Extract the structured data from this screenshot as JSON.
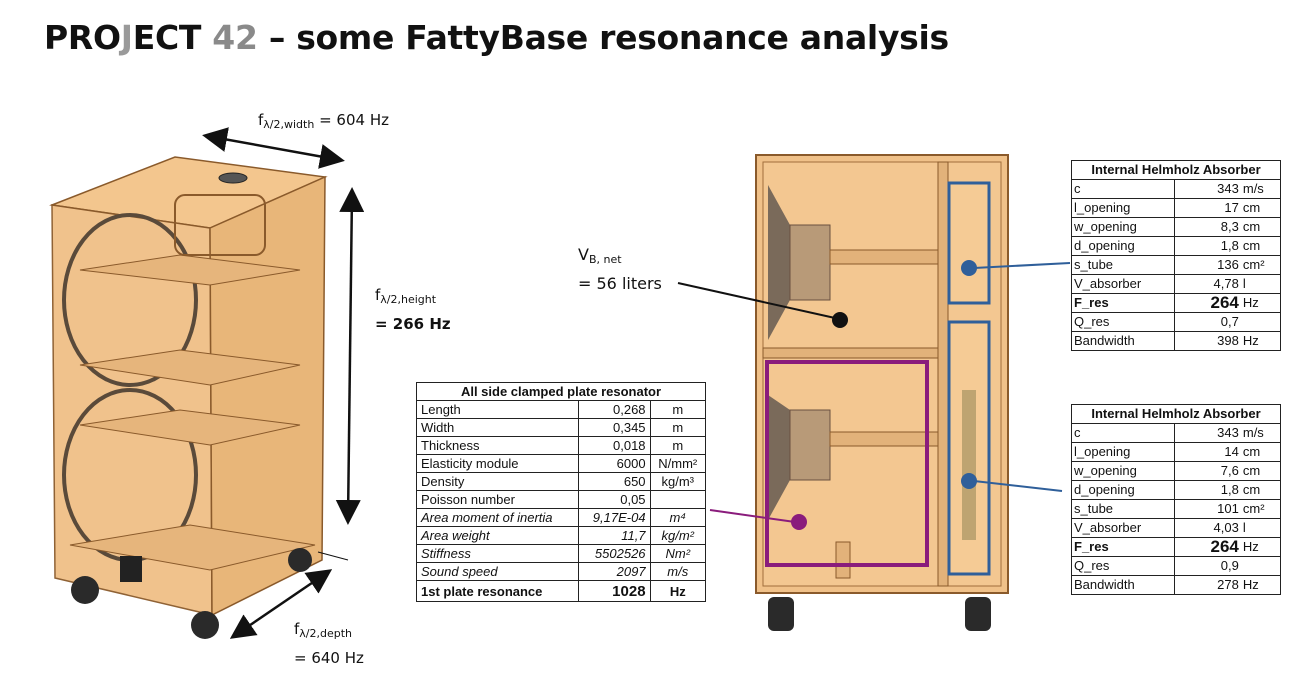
{
  "title": {
    "pre": "PRO",
    "j": "J",
    "mid": "ECT ",
    "num": "42",
    "rest": " – some FattyBase resonance analysis"
  },
  "dims": {
    "f_width": {
      "f": "f",
      "sub": "λ/2,width",
      "value": " = 604 Hz"
    },
    "f_height": {
      "f": "f",
      "sub": "λ/2,height",
      "line2": "= 266 Hz"
    },
    "f_depth": {
      "f": "f",
      "sub": "λ/2,depth",
      "line2": "= 640 Hz"
    }
  },
  "volume": {
    "v": "V",
    "sub": "B, net",
    "line2": "= 56 liters"
  },
  "plate": {
    "title": "All side clamped plate resonator",
    "rows": [
      {
        "k": "Length",
        "v": "0,268",
        "u": "m"
      },
      {
        "k": "Width",
        "v": "0,345",
        "u": "m"
      },
      {
        "k": "Thickness",
        "v": "0,018",
        "u": "m"
      },
      {
        "k": "Elasticity module",
        "v": "6000",
        "u": "N/mm²"
      },
      {
        "k": "Density",
        "v": "650",
        "u": "kg/m³"
      },
      {
        "k": "Poisson number",
        "v": "0,05",
        "u": ""
      }
    ],
    "calc": [
      {
        "k": "Area moment of inertia",
        "v": "9,17E-04",
        "u": "m⁴"
      },
      {
        "k": "Area weight",
        "v": "11,7",
        "u": "kg/m²"
      },
      {
        "k": "Stiffness",
        "v": "5502526",
        "u": "Nm²"
      },
      {
        "k": "Sound speed",
        "v": "2097",
        "u": "m/s"
      }
    ],
    "result": {
      "k": "1st plate resonance",
      "v": "1028",
      "u": "Hz"
    }
  },
  "helmholz": [
    {
      "title": "Internal Helmholz Absorber",
      "rows": [
        {
          "k": "c",
          "v": "343",
          "u": "m/s"
        },
        {
          "k": "l_opening",
          "v": "17",
          "u": "cm"
        },
        {
          "k": "w_opening",
          "v": "8,3",
          "u": "cm"
        },
        {
          "k": "d_opening",
          "v": "1,8",
          "u": "cm"
        },
        {
          "k": "s_tube",
          "v": "136",
          "u": "cm²"
        },
        {
          "k": "V_absorber",
          "v": "4,78",
          "u": "l"
        },
        {
          "k": "F_res",
          "v": "264",
          "u": "Hz",
          "bold": true
        },
        {
          "k": "Q_res",
          "v": "0,7",
          "u": ""
        },
        {
          "k": "Bandwidth",
          "v": "398",
          "u": "Hz"
        }
      ]
    },
    {
      "title": "Internal Helmholz Absorber",
      "rows": [
        {
          "k": "c",
          "v": "343",
          "u": "m/s"
        },
        {
          "k": "l_opening",
          "v": "14",
          "u": "cm"
        },
        {
          "k": "w_opening",
          "v": "7,6",
          "u": "cm"
        },
        {
          "k": "d_opening",
          "v": "1,8",
          "u": "cm"
        },
        {
          "k": "s_tube",
          "v": "101",
          "u": "cm²"
        },
        {
          "k": "V_absorber",
          "v": "4,03",
          "u": "l"
        },
        {
          "k": "F_res",
          "v": "264",
          "u": "Hz",
          "bold": true
        },
        {
          "k": "Q_res",
          "v": "0,9",
          "u": ""
        },
        {
          "k": "Bandwidth",
          "v": "278",
          "u": "Hz"
        }
      ]
    }
  ],
  "colors": {
    "wood": "#f0c189",
    "wood_dark": "#c88f55",
    "purple": "#8a1c7c",
    "blue": "#2f5f9a"
  }
}
